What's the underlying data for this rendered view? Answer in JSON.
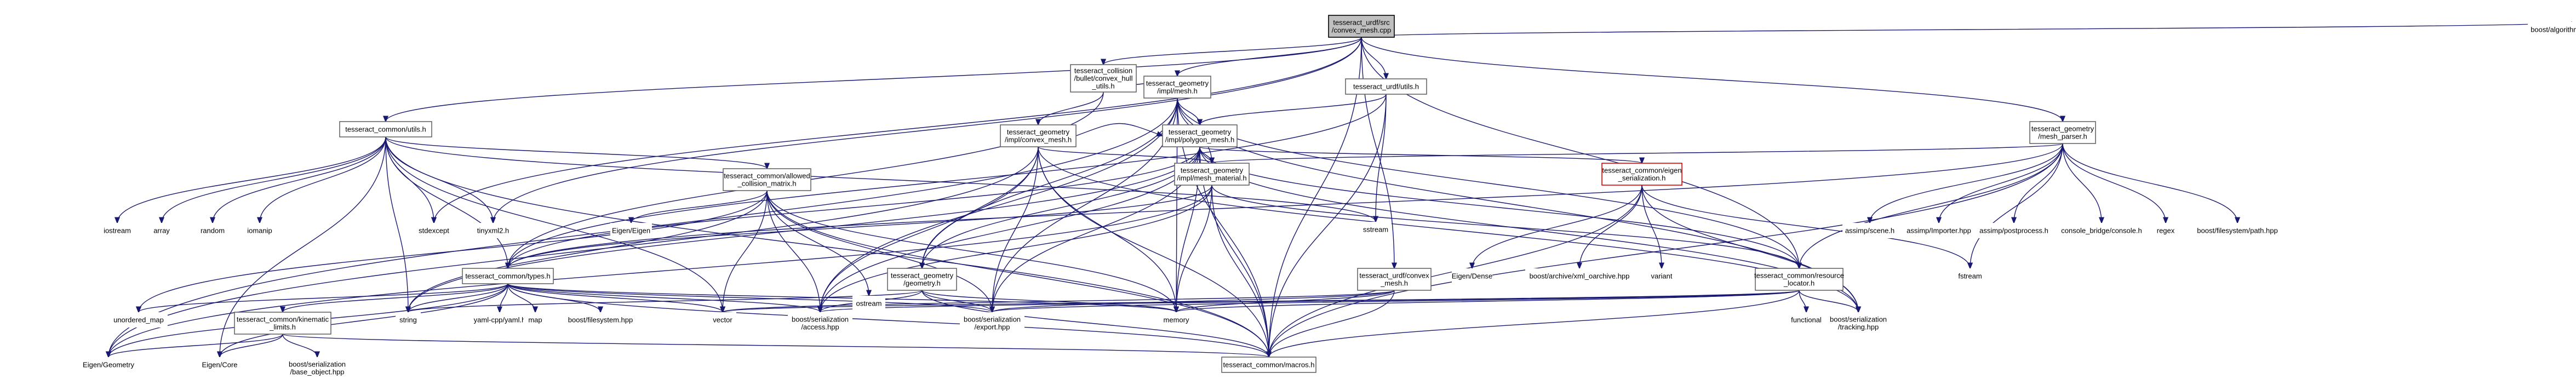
{
  "diagram": {
    "nodes": [
      {
        "id": "root",
        "lines": [
          "tesseract_urdf/src",
          "/convex_mesh.cpp"
        ],
        "style": "root"
      },
      {
        "id": "bullet_cvx",
        "lines": [
          "tesseract_collision",
          "/bullet/convex_hull",
          "_utils.h"
        ],
        "style": "box"
      },
      {
        "id": "geom_mesh",
        "lines": [
          "tesseract_geometry",
          "/impl/mesh.h"
        ],
        "style": "box"
      },
      {
        "id": "urdf_utils",
        "lines": [
          "tesseract_urdf/utils.h"
        ],
        "style": "box"
      },
      {
        "id": "boost_alg",
        "lines": [
          "boost/algorithm/string.hpp"
        ],
        "style": "plain"
      },
      {
        "id": "geom_cvx",
        "lines": [
          "tesseract_geometry",
          "/impl/convex_mesh.h"
        ],
        "style": "box"
      },
      {
        "id": "geom_poly",
        "lines": [
          "tesseract_geometry",
          "/impl/polygon_mesh.h"
        ],
        "style": "box"
      },
      {
        "id": "mesh_parser",
        "lines": [
          "tesseract_geometry",
          "/mesh_parser.h"
        ],
        "style": "box"
      },
      {
        "id": "common_utils",
        "lines": [
          "tesseract_common/utils.h"
        ],
        "style": "box"
      },
      {
        "id": "mesh_material",
        "lines": [
          "tesseract_geometry",
          "/impl/mesh_material.h"
        ],
        "style": "box"
      },
      {
        "id": "eigen_ser",
        "lines": [
          "tesseract_common/eigen",
          "_serialization.h"
        ],
        "style": "red"
      },
      {
        "id": "allowed_cm",
        "lines": [
          "tesseract_common/allowed",
          "_collision_matrix.h"
        ],
        "style": "box"
      },
      {
        "id": "iostream",
        "lines": [
          "iostream"
        ],
        "style": "plain"
      },
      {
        "id": "array",
        "lines": [
          "array"
        ],
        "style": "plain"
      },
      {
        "id": "random",
        "lines": [
          "random"
        ],
        "style": "plain"
      },
      {
        "id": "iomanip",
        "lines": [
          "iomanip"
        ],
        "style": "plain"
      },
      {
        "id": "sstream",
        "lines": [
          "sstream"
        ],
        "style": "plain"
      },
      {
        "id": "stdexcept",
        "lines": [
          "stdexcept"
        ],
        "style": "plain"
      },
      {
        "id": "tinyxml2",
        "lines": [
          "tinyxml2.h"
        ],
        "style": "plain"
      },
      {
        "id": "eigen_eigen",
        "lines": [
          "Eigen/Eigen"
        ],
        "style": "plain"
      },
      {
        "id": "assimp_scene",
        "lines": [
          "assimp/scene.h"
        ],
        "style": "plain"
      },
      {
        "id": "assimp_importer",
        "lines": [
          "assimp/Importer.hpp"
        ],
        "style": "plain"
      },
      {
        "id": "assimp_post",
        "lines": [
          "assimp/postprocess.h"
        ],
        "style": "plain"
      },
      {
        "id": "console_bridge",
        "lines": [
          "console_bridge/console.h"
        ],
        "style": "plain"
      },
      {
        "id": "regex",
        "lines": [
          "regex"
        ],
        "style": "plain"
      },
      {
        "id": "boost_fs_path",
        "lines": [
          "boost/filesystem/path.hpp"
        ],
        "style": "plain"
      },
      {
        "id": "common_types",
        "lines": [
          "tesseract_common/types.h"
        ],
        "style": "box"
      },
      {
        "id": "geom_geometry",
        "lines": [
          "tesseract_geometry",
          "/geometry.h"
        ],
        "style": "box"
      },
      {
        "id": "urdf_cvx",
        "lines": [
          "tesseract_urdf/convex",
          "_mesh.h"
        ],
        "style": "box"
      },
      {
        "id": "eigen_dense",
        "lines": [
          "Eigen/Dense"
        ],
        "style": "plain"
      },
      {
        "id": "boost_xml",
        "lines": [
          "boost/archive/xml_oarchive.hpp"
        ],
        "style": "plain"
      },
      {
        "id": "variant",
        "lines": [
          "variant"
        ],
        "style": "plain"
      },
      {
        "id": "resource",
        "lines": [
          "tesseract_common/resource",
          "_locator.h"
        ],
        "style": "box"
      },
      {
        "id": "fstream",
        "lines": [
          "fstream"
        ],
        "style": "plain"
      },
      {
        "id": "ostream",
        "lines": [
          "ostream"
        ],
        "style": "plain"
      },
      {
        "id": "unordered_map",
        "lines": [
          "unordered_map"
        ],
        "style": "plain"
      },
      {
        "id": "kinematic",
        "lines": [
          "tesseract_common/kinematic",
          "_limits.h"
        ],
        "style": "box"
      },
      {
        "id": "string",
        "lines": [
          "string"
        ],
        "style": "plain"
      },
      {
        "id": "yaml",
        "lines": [
          "yaml-cpp/yaml.h"
        ],
        "style": "plain"
      },
      {
        "id": "map",
        "lines": [
          "map"
        ],
        "style": "plain"
      },
      {
        "id": "boost_fs",
        "lines": [
          "boost/filesystem.hpp"
        ],
        "style": "plain"
      },
      {
        "id": "vector",
        "lines": [
          "vector"
        ],
        "style": "plain"
      },
      {
        "id": "boost_access",
        "lines": [
          "boost/serialization",
          "/access.hpp"
        ],
        "style": "plain"
      },
      {
        "id": "boost_export",
        "lines": [
          "boost/serialization",
          "/export.hpp"
        ],
        "style": "plain"
      },
      {
        "id": "memory",
        "lines": [
          "memory"
        ],
        "style": "plain"
      },
      {
        "id": "functional",
        "lines": [
          "functional"
        ],
        "style": "plain"
      },
      {
        "id": "boost_tracking",
        "lines": [
          "boost/serialization",
          "/tracking.hpp"
        ],
        "style": "plain"
      },
      {
        "id": "eigen_geometry",
        "lines": [
          "Eigen/Geometry"
        ],
        "style": "plain"
      },
      {
        "id": "eigen_core",
        "lines": [
          "Eigen/Core"
        ],
        "style": "plain"
      },
      {
        "id": "boost_base",
        "lines": [
          "boost/serialization",
          "/base_object.hpp"
        ],
        "style": "plain"
      },
      {
        "id": "macros",
        "lines": [
          "tesseract_common/macros.h"
        ],
        "style": "box"
      }
    ],
    "edges": [
      [
        "root",
        "bullet_cvx"
      ],
      [
        "root",
        "geom_mesh"
      ],
      [
        "root",
        "urdf_utils"
      ],
      [
        "root",
        "boost_alg"
      ],
      [
        "root",
        "mesh_parser"
      ],
      [
        "root",
        "common_utils"
      ],
      [
        "root",
        "stdexcept"
      ],
      [
        "root",
        "tinyxml2"
      ],
      [
        "root",
        "urdf_cvx"
      ],
      [
        "root",
        "resource"
      ],
      [
        "root",
        "macros"
      ],
      [
        "bullet_cvx",
        "geom_mesh"
      ],
      [
        "bullet_cvx",
        "common_types"
      ],
      [
        "bullet_cvx",
        "geom_cvx"
      ],
      [
        "geom_mesh",
        "geom_poly"
      ],
      [
        "geom_mesh",
        "geom_geometry"
      ],
      [
        "geom_mesh",
        "mesh_material"
      ],
      [
        "geom_mesh",
        "resource"
      ],
      [
        "geom_mesh",
        "boost_access"
      ],
      [
        "geom_mesh",
        "boost_export"
      ],
      [
        "geom_mesh",
        "memory"
      ],
      [
        "geom_mesh",
        "macros"
      ],
      [
        "geom_mesh",
        "eigen_geometry"
      ],
      [
        "geom_mesh",
        "boost_tracking"
      ],
      [
        "urdf_utils",
        "geom_poly"
      ],
      [
        "urdf_utils",
        "sstream"
      ],
      [
        "urdf_utils",
        "common_types"
      ],
      [
        "urdf_utils",
        "macros"
      ],
      [
        "geom_cvx",
        "geom_poly"
      ],
      [
        "geom_cvx",
        "mesh_material"
      ],
      [
        "geom_cvx",
        "geom_geometry"
      ],
      [
        "geom_cvx",
        "boost_access"
      ],
      [
        "geom_cvx",
        "boost_export"
      ],
      [
        "geom_cvx",
        "memory"
      ],
      [
        "geom_cvx",
        "macros"
      ],
      [
        "geom_cvx",
        "eigen_geometry"
      ],
      [
        "geom_cvx",
        "boost_tracking"
      ],
      [
        "geom_poly",
        "mesh_material"
      ],
      [
        "geom_poly",
        "eigen_ser"
      ],
      [
        "geom_poly",
        "geom_geometry"
      ],
      [
        "geom_poly",
        "resource"
      ],
      [
        "geom_poly",
        "common_types"
      ],
      [
        "geom_poly",
        "boost_access"
      ],
      [
        "geom_poly",
        "boost_export"
      ],
      [
        "geom_poly",
        "memory"
      ],
      [
        "geom_poly",
        "macros"
      ],
      [
        "geom_poly",
        "boost_tracking"
      ],
      [
        "geom_poly",
        "string"
      ],
      [
        "mesh_parser",
        "mesh_material"
      ],
      [
        "mesh_parser",
        "assimp_scene"
      ],
      [
        "mesh_parser",
        "assimp_importer"
      ],
      [
        "mesh_parser",
        "assimp_post"
      ],
      [
        "mesh_parser",
        "console_bridge"
      ],
      [
        "mesh_parser",
        "regex"
      ],
      [
        "mesh_parser",
        "boost_fs_path"
      ],
      [
        "mesh_parser",
        "fstream"
      ],
      [
        "mesh_parser",
        "resource"
      ],
      [
        "mesh_parser",
        "macros"
      ],
      [
        "mesh_parser",
        "common_types"
      ],
      [
        "common_utils",
        "allowed_cm"
      ],
      [
        "common_utils",
        "iostream"
      ],
      [
        "common_utils",
        "array"
      ],
      [
        "common_utils",
        "random"
      ],
      [
        "common_utils",
        "iomanip"
      ],
      [
        "common_utils",
        "sstream"
      ],
      [
        "common_utils",
        "stdexcept"
      ],
      [
        "common_utils",
        "tinyxml2"
      ],
      [
        "common_utils",
        "common_types"
      ],
      [
        "common_utils",
        "string"
      ],
      [
        "common_utils",
        "eigen_core"
      ],
      [
        "common_utils",
        "macros"
      ],
      [
        "common_utils",
        "vector"
      ],
      [
        "mesh_material",
        "common_types"
      ],
      [
        "mesh_material",
        "resource"
      ],
      [
        "mesh_material",
        "memory"
      ],
      [
        "mesh_material",
        "macros"
      ],
      [
        "mesh_material",
        "eigen_geometry"
      ],
      [
        "mesh_material",
        "boost_access"
      ],
      [
        "eigen_ser",
        "eigen_dense"
      ],
      [
        "eigen_ser",
        "boost_xml"
      ],
      [
        "eigen_ser",
        "variant"
      ],
      [
        "eigen_ser",
        "fstream"
      ],
      [
        "eigen_ser",
        "macros"
      ],
      [
        "eigen_ser",
        "boost_tracking"
      ],
      [
        "allowed_cm",
        "eigen_eigen"
      ],
      [
        "allowed_cm",
        "unordered_map"
      ],
      [
        "allowed_cm",
        "string"
      ],
      [
        "allowed_cm",
        "vector"
      ],
      [
        "allowed_cm",
        "memory"
      ],
      [
        "allowed_cm",
        "boost_access"
      ],
      [
        "allowed_cm",
        "boost_export"
      ],
      [
        "allowed_cm",
        "macros"
      ],
      [
        "allowed_cm",
        "ostream"
      ],
      [
        "common_types",
        "unordered_map"
      ],
      [
        "common_types",
        "kinematic"
      ],
      [
        "common_types",
        "string"
      ],
      [
        "common_types",
        "yaml"
      ],
      [
        "common_types",
        "map"
      ],
      [
        "common_types",
        "boost_fs"
      ],
      [
        "common_types",
        "vector"
      ],
      [
        "common_types",
        "boost_access"
      ],
      [
        "common_types",
        "boost_export"
      ],
      [
        "common_types",
        "memory"
      ],
      [
        "common_types",
        "eigen_geometry"
      ],
      [
        "common_types",
        "eigen_core"
      ],
      [
        "common_types",
        "macros"
      ],
      [
        "geom_geometry",
        "memory"
      ],
      [
        "geom_geometry",
        "boost_access"
      ],
      [
        "geom_geometry",
        "boost_export"
      ],
      [
        "geom_geometry",
        "macros"
      ],
      [
        "geom_geometry",
        "string"
      ],
      [
        "urdf_cvx",
        "vector"
      ],
      [
        "urdf_cvx",
        "memory"
      ],
      [
        "urdf_cvx",
        "macros"
      ],
      [
        "urdf_cvx",
        "boost_export"
      ],
      [
        "resource",
        "vector"
      ],
      [
        "resource",
        "functional"
      ],
      [
        "resource",
        "memory"
      ],
      [
        "resource",
        "macros"
      ],
      [
        "resource",
        "boost_access"
      ],
      [
        "resource",
        "boost_export"
      ],
      [
        "resource",
        "boost_tracking"
      ],
      [
        "kinematic",
        "eigen_core"
      ],
      [
        "kinematic",
        "boost_base"
      ],
      [
        "kinematic",
        "macros"
      ],
      [
        "kinematic",
        "eigen_geometry"
      ]
    ]
  }
}
